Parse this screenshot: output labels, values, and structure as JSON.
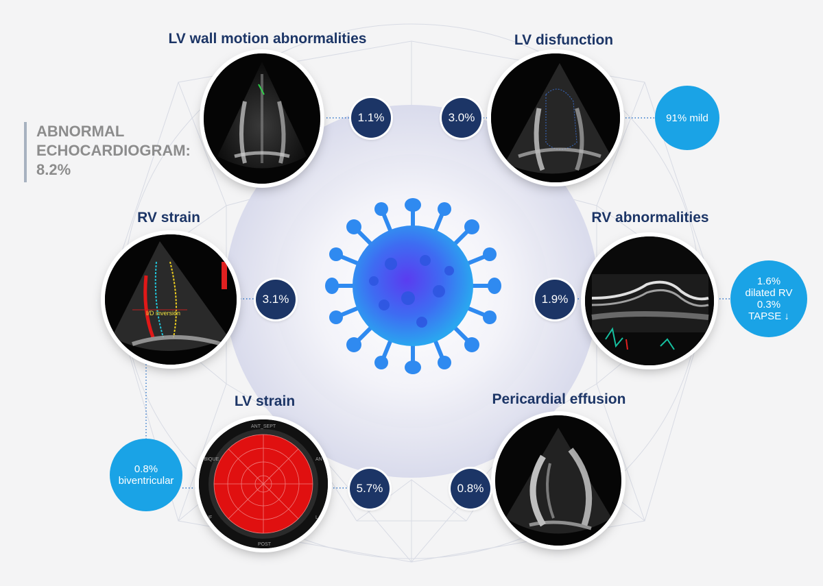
{
  "summary": {
    "line1": "ABNORMAL",
    "line2": "ECHOCARDIOGRAM:",
    "line3": "8.2%"
  },
  "findings": {
    "lv_wall_motion": {
      "title": "LV wall motion abnormalities",
      "value": "1.1%"
    },
    "lv_disfunction": {
      "title": "LV disfunction",
      "value": "3.0%",
      "detail": "91% mild"
    },
    "rv_strain": {
      "title": "RV strain",
      "value": "3.1%",
      "overlay_text": "I/D inversión"
    },
    "rv_abnormalities": {
      "title": "RV abnormalities",
      "value": "1.9%",
      "detail_lines": [
        "1.6%",
        "dilated RV",
        "0.3%",
        "TAPSE ↓"
      ]
    },
    "lv_strain": {
      "title": "LV strain",
      "value": "5.7%",
      "detail_lines": [
        "0.8%",
        "biventricular"
      ],
      "bullseye_labels": {
        "top": "ANT_SEPT",
        "left": "OBIQUE",
        "right": "ANT",
        "bottom": "POST",
        "bottom_left": "INF",
        "bottom_right": "LAT"
      }
    },
    "pericardial_effusion": {
      "title": "Pericardial effusion",
      "value": "0.8%"
    }
  },
  "colors": {
    "navy": "#1c3566",
    "light_blue": "#1aa3e6",
    "summary_gray": "#8c8c8c",
    "virus_blue": "#3b6cf0",
    "bullseye_red": "#e01010"
  },
  "icons": {
    "center": "coronavirus-icon"
  }
}
